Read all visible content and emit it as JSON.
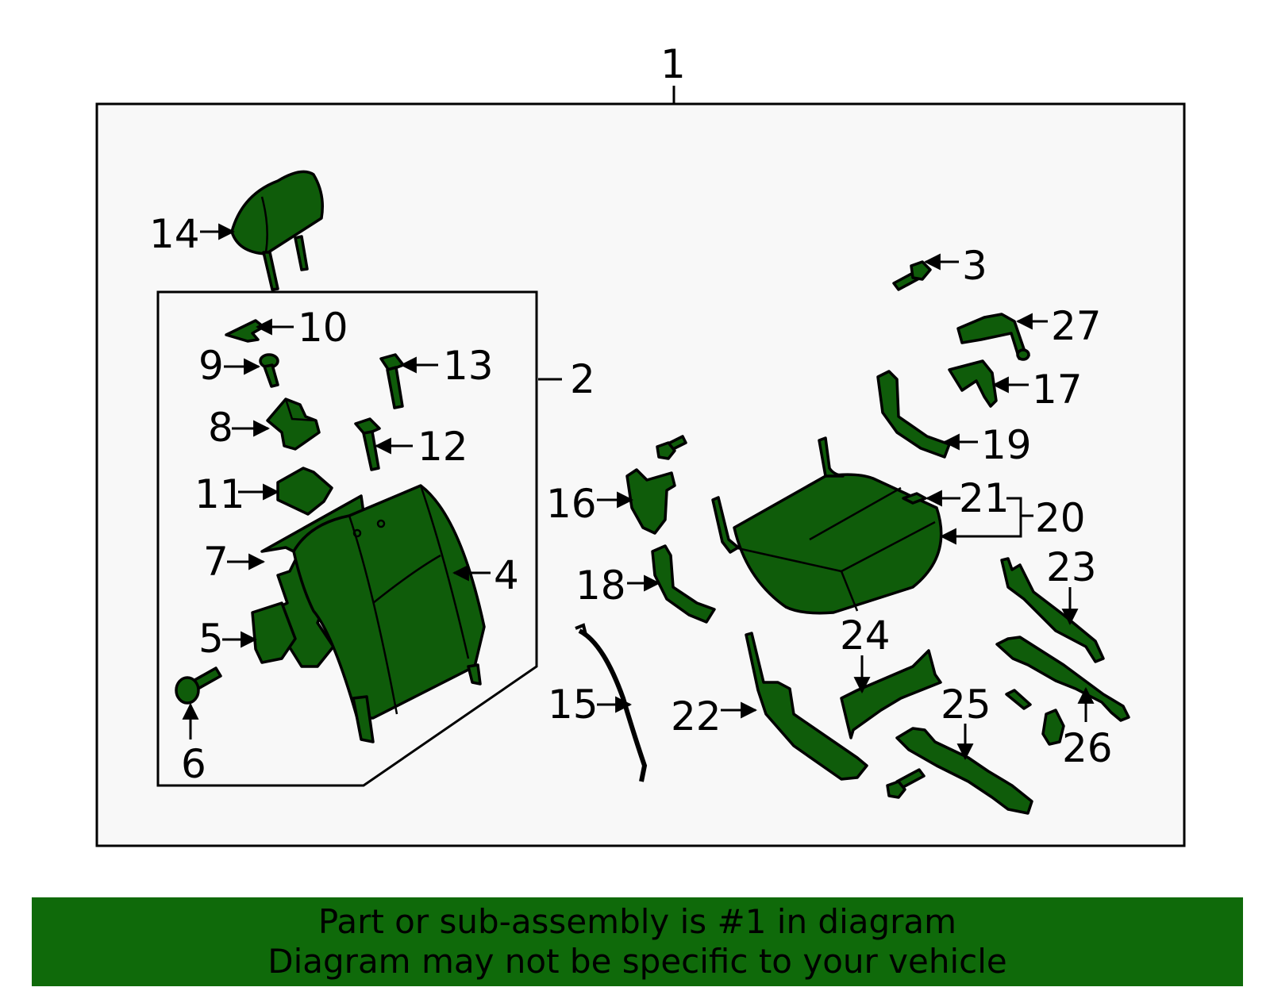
{
  "callouts": {
    "c1": "1",
    "c2": "2",
    "c3": "3",
    "c4": "4",
    "c5": "5",
    "c6": "6",
    "c7": "7",
    "c8": "8",
    "c9": "9",
    "c10": "10",
    "c11": "11",
    "c12": "12",
    "c13": "13",
    "c14": "14",
    "c15": "15",
    "c16": "16",
    "c17": "17",
    "c18": "18",
    "c19": "19",
    "c20": "20",
    "c21": "21",
    "c22": "22",
    "c23": "23",
    "c24": "24",
    "c25": "25",
    "c26": "26",
    "c27": "27"
  },
  "footer": {
    "line1": "Part or sub-assembly is #1 in diagram",
    "line2": "Diagram may not be specific to your vehicle"
  },
  "colors": {
    "part_fill": "#0f5c0a",
    "footer_bg": "#0f6a0a",
    "panel_bg": "#f8f8f8"
  }
}
